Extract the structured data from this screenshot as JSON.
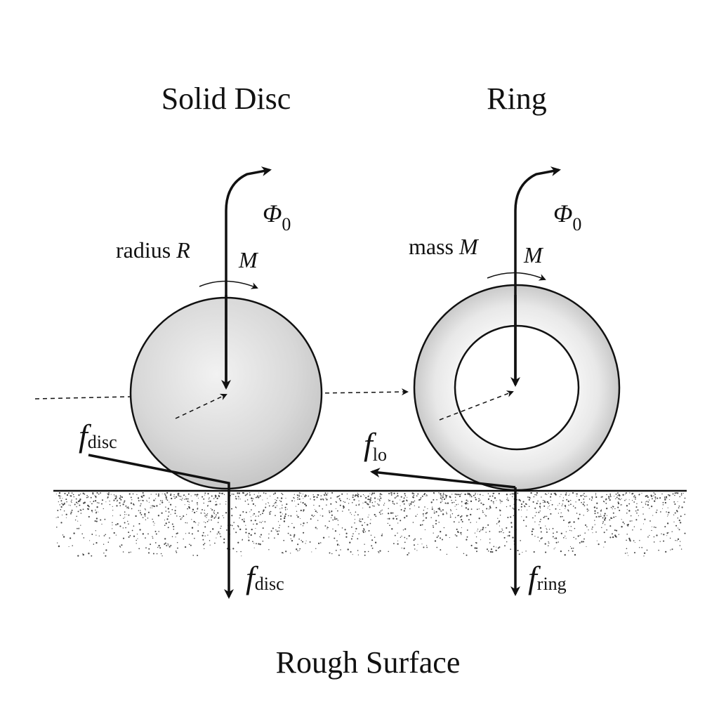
{
  "titles": {
    "left": "Solid Disc",
    "right": "Ring",
    "bottom": "Rough Surface"
  },
  "disc": {
    "radius_label_prefix": "radius",
    "radius_symbol": "R",
    "mass_symbol": "M",
    "omega_symbol": "Φ",
    "omega_subscript": "0",
    "friction_symbol": "f",
    "friction_subscript": "disc",
    "normal_symbol": "f",
    "normal_subscript": "disc"
  },
  "ring": {
    "mass_label_prefix": "mass",
    "mass_label_symbol": "M",
    "mass_symbol": "M",
    "omega_symbol": "Φ",
    "omega_subscript": "0",
    "friction_symbol": "f",
    "friction_subscript": "lo",
    "normal_symbol": "f",
    "normal_subscript": "ring"
  },
  "colors": {
    "ink": "#111111",
    "disc_fill": "#dcdcdc",
    "ring_fill": "#e6e6e6",
    "ground_dots": "#444444"
  }
}
